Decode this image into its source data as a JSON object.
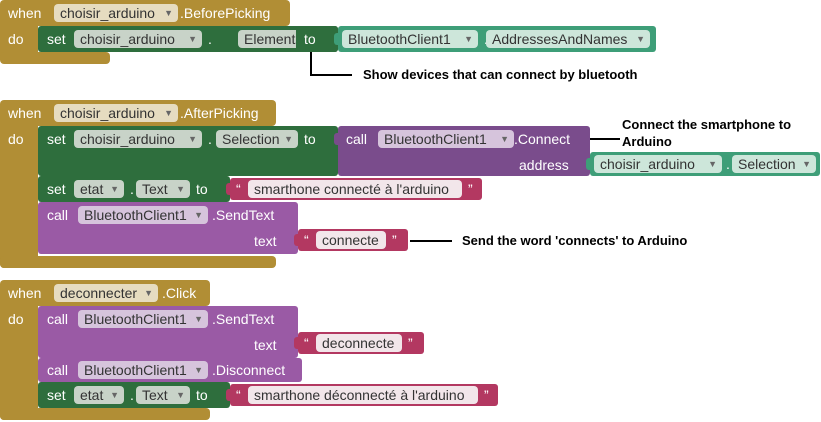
{
  "kw": {
    "when": "when",
    "do": "do",
    "set": "set",
    "to": "to",
    "call": "call",
    "dot": ".",
    "address": "address",
    "text": "text",
    "quote_open": "“",
    "quote_close": "”"
  },
  "block1": {
    "component": "choisir_arduino",
    "event": ".BeforePicking",
    "set_component": "choisir_arduino",
    "set_property": "Elements",
    "value_component": "BluetoothClient1",
    "value_property": "AddressesAndNames",
    "note": "Show devices that can connect by bluetooth"
  },
  "block2": {
    "component": "choisir_arduino",
    "event": ".AfterPicking",
    "set1_component": "choisir_arduino",
    "set1_property": "Selection",
    "call_component": "BluetoothClient1",
    "call_method": ".Connect",
    "address_component": "choisir_arduino",
    "address_property": "Selection",
    "set2_component": "etat",
    "set2_property": "Text",
    "set2_value": "smarthone connecté à l'arduino",
    "send_component": "BluetoothClient1",
    "send_method": ".SendText",
    "send_value": "connecte",
    "note_connect_line1": "Connect the smartphone to",
    "note_connect_line2": "Arduino",
    "note_send": "Send the word 'connects' to Arduino"
  },
  "block3": {
    "component": "deconnecter",
    "event": ".Click",
    "send_component": "BluetoothClient1",
    "send_method": ".SendText",
    "send_value": "deconnecte",
    "disc_component": "BluetoothClient1",
    "disc_method": ".Disconnect",
    "set_component": "etat",
    "set_property": "Text",
    "set_value": "smarthone déconnecté à l'arduino"
  },
  "colors": {
    "event": "#b18e35",
    "set": "#2e6e3d",
    "procedure_call": "#7a4c8c",
    "text": "#b33861",
    "component_getter": "#3e9e78"
  }
}
